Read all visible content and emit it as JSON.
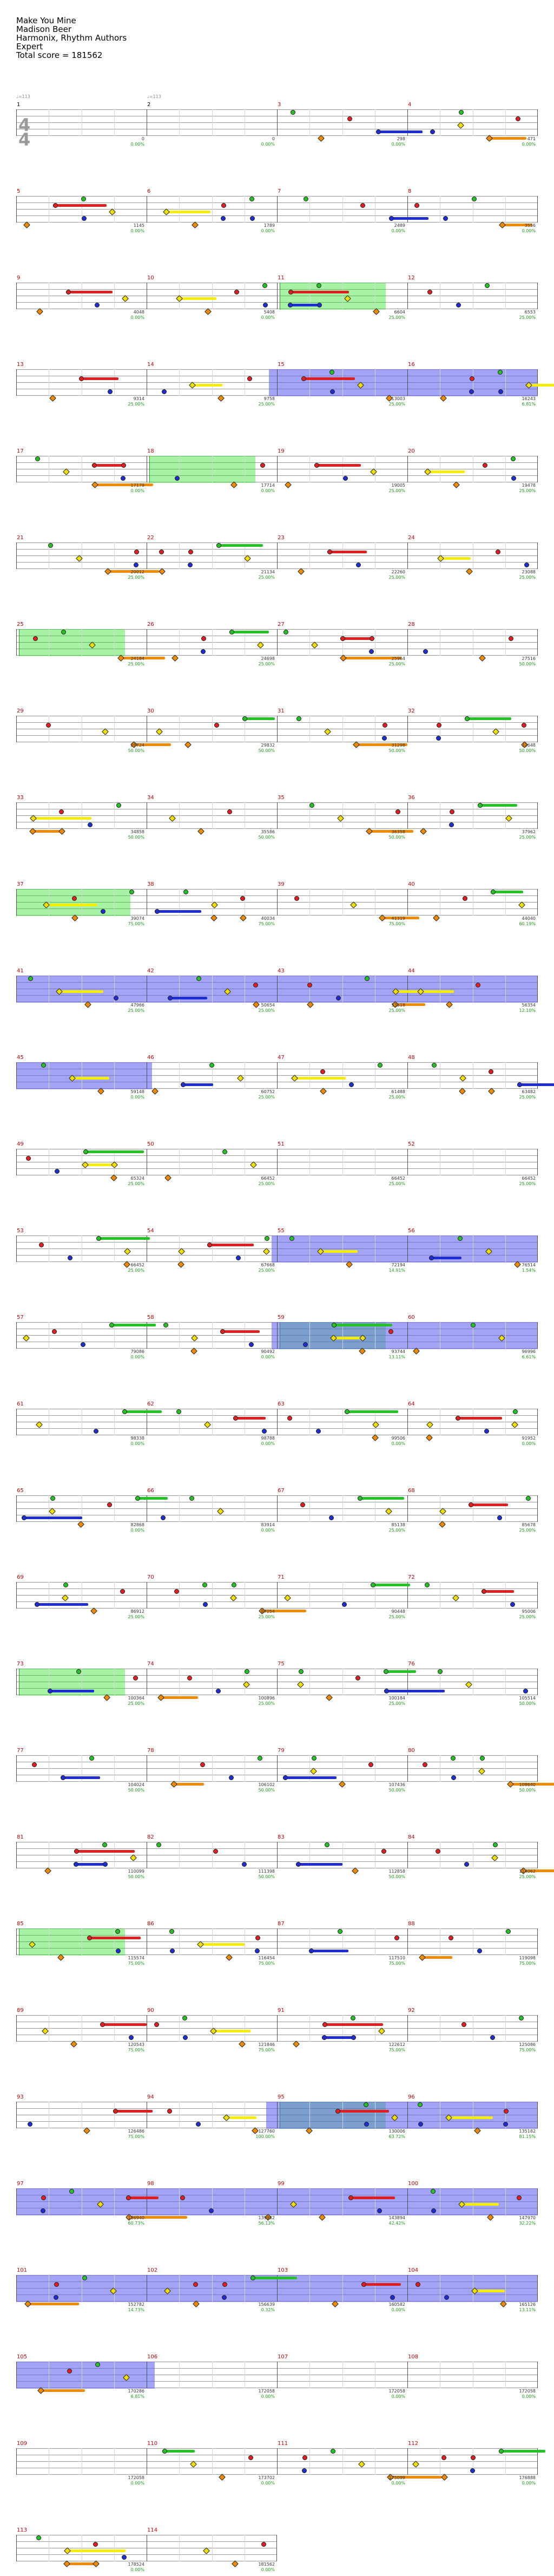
{
  "header": {
    "song": "Make You Mine",
    "artist": "Madison Beer",
    "charter": "Harmonix, Rhythm Authors",
    "difficulty": "Expert",
    "total_label": "Total score = 181562"
  },
  "tempo_marks": [
    "♩=113",
    "♩=113"
  ],
  "time_signature": {
    "top": "4",
    "bottom": "4"
  },
  "rows": [
    {
      "measures": [
        "1",
        "2",
        "3",
        "4"
      ],
      "scores": [
        "0",
        "0",
        "298",
        "471"
      ],
      "pcts": [
        "0.00%",
        "0.00%",
        "0.00%",
        "0.00%"
      ]
    },
    {
      "measures": [
        "5",
        "6",
        "7",
        "8"
      ],
      "scores": [
        "1145",
        "1789",
        "2489",
        "3556"
      ],
      "pcts": [
        "0.00%",
        "0.00%",
        "0.00%",
        "0.00%"
      ]
    },
    {
      "measures": [
        "9",
        "10",
        "11",
        "12"
      ],
      "scores": [
        "4048",
        "5408",
        "6604",
        "6553"
      ],
      "pcts": [
        "0.00%",
        "0.00%",
        "25.00%",
        "25.00%"
      ]
    },
    {
      "measures": [
        "13",
        "14",
        "15",
        "16"
      ],
      "scores": [
        "9314",
        "9758",
        "13003",
        "16243"
      ],
      "pcts": [
        "25.00%",
        "25.00%",
        "25.00%",
        "6.81%"
      ]
    },
    {
      "measures": [
        "17",
        "18",
        "19",
        "20"
      ],
      "scores": [
        "17179",
        "17714",
        "19005",
        "19478"
      ],
      "pcts": [
        "0.00%",
        "0.00%",
        "25.00%",
        "25.00%"
      ]
    },
    {
      "measures": [
        "21",
        "22",
        "23",
        "24"
      ],
      "scores": [
        "20012",
        "21134",
        "22260",
        "23088"
      ],
      "pcts": [
        "25.00%",
        "25.00%",
        "25.00%",
        "25.00%"
      ]
    },
    {
      "measures": [
        "25",
        "26",
        "27",
        "28"
      ],
      "scores": [
        "24184",
        "24698",
        "25964",
        "27516"
      ],
      "pcts": [
        "25.00%",
        "25.00%",
        "25.00%",
        "50.00%"
      ]
    },
    {
      "measures": [
        "29",
        "30",
        "31",
        "32"
      ],
      "scores": [
        "28724",
        "29832",
        "31298",
        "32648"
      ],
      "pcts": [
        "50.00%",
        "50.00%",
        "50.00%",
        "50.00%"
      ]
    },
    {
      "measures": [
        "33",
        "34",
        "35",
        "36"
      ],
      "scores": [
        "34858",
        "35586",
        "36358",
        "37962"
      ],
      "pcts": [
        "50.00%",
        "50.00%",
        "50.00%",
        "25.00%"
      ]
    },
    {
      "measures": [
        "37",
        "38",
        "39",
        "40"
      ],
      "scores": [
        "39074",
        "40034",
        "41319",
        "44040"
      ],
      "pcts": [
        "75.00%",
        "75.00%",
        "75.00%",
        "60.19%"
      ]
    },
    {
      "measures": [
        "41",
        "42",
        "43",
        "44"
      ],
      "scores": [
        "47966",
        "50654",
        "53518",
        "56354"
      ],
      "pcts": [
        "25.00%",
        "25.00%",
        "25.00%",
        "12.10%"
      ]
    },
    {
      "measures": [
        "45",
        "46",
        "47",
        "48"
      ],
      "scores": [
        "59148",
        "60752",
        "61488",
        "63482"
      ],
      "pcts": [
        "0.00%",
        "25.00%",
        "25.00%",
        "25.00%"
      ]
    },
    {
      "measures": [
        "49",
        "50",
        "51",
        "52"
      ],
      "scores": [
        "65324",
        "66452",
        "66452",
        "66452"
      ],
      "pcts": [
        "25.00%",
        "25.00%",
        "25.00%",
        "25.00%"
      ]
    },
    {
      "measures": [
        "53",
        "54",
        "55",
        "56"
      ],
      "scores": [
        "66452",
        "67668",
        "72194",
        "76514"
      ],
      "pcts": [
        "25.00%",
        "25.00%",
        "14.91%",
        "1.54%"
      ]
    },
    {
      "measures": [
        "57",
        "58",
        "59",
        "60"
      ],
      "scores": [
        "79086",
        "90492",
        "93744",
        "96996"
      ],
      "pcts": [
        "0.00%",
        "0.00%",
        "13.11%",
        "6.61%"
      ]
    },
    {
      "measures": [
        "61",
        "62",
        "63",
        "64"
      ],
      "scores": [
        "98338",
        "98788",
        "99506",
        "91952"
      ],
      "pcts": [
        "0.00%",
        "0.00%",
        "0.00%",
        "0.00%"
      ]
    },
    {
      "measures": [
        "65",
        "66",
        "67",
        "68"
      ],
      "scores": [
        "82868",
        "83914",
        "85138",
        "85678"
      ],
      "pcts": [
        "0.00%",
        "0.00%",
        "25.00%",
        "25.00%"
      ]
    },
    {
      "measures": [
        "69",
        "70",
        "71",
        "72"
      ],
      "scores": [
        "86912",
        "87054",
        "90448",
        "95006"
      ],
      "pcts": [
        "25.00%",
        "25.00%",
        "25.00%",
        "25.00%"
      ]
    },
    {
      "measures": [
        "73",
        "74",
        "75",
        "76"
      ],
      "scores": [
        "100364",
        "100896",
        "100184",
        "105514"
      ],
      "pcts": [
        "25.00%",
        "25.00%",
        "25.00%",
        "50.00%"
      ]
    },
    {
      "measures": [
        "77",
        "78",
        "79",
        "80"
      ],
      "scores": [
        "104024",
        "106102",
        "107436",
        "108640"
      ],
      "pcts": [
        "50.00%",
        "50.00%",
        "50.00%",
        "50.00%"
      ]
    },
    {
      "measures": [
        "81",
        "82",
        "83",
        "84"
      ],
      "scores": [
        "110099",
        "111398",
        "112858",
        "114062"
      ],
      "pcts": [
        "50.00%",
        "50.00%",
        "50.00%",
        "25.00%"
      ]
    },
    {
      "measures": [
        "85",
        "86",
        "87",
        "88"
      ],
      "scores": [
        "115574",
        "116454",
        "117510",
        "119098"
      ],
      "pcts": [
        "75.00%",
        "75.00%",
        "75.00%",
        "75.00%"
      ]
    },
    {
      "measures": [
        "89",
        "90",
        "91",
        "92"
      ],
      "scores": [
        "120543",
        "121846",
        "122612",
        "125086"
      ],
      "pcts": [
        "75.00%",
        "75.00%",
        "75.00%",
        "75.00%"
      ]
    },
    {
      "measures": [
        "93",
        "94",
        "95",
        "96"
      ],
      "scores": [
        "126486",
        "127760",
        "130006",
        "135182"
      ],
      "pcts": [
        "75.00%",
        "100.00%",
        "63.72%",
        "81.15%"
      ]
    },
    {
      "measures": [
        "97",
        "98",
        "99",
        "100"
      ],
      "scores": [
        "136940",
        "139982",
        "143894",
        "147970"
      ],
      "pcts": [
        "60.73%",
        "56.13%",
        "42.42%",
        "32.22%"
      ]
    },
    {
      "measures": [
        "101",
        "102",
        "103",
        "104"
      ],
      "scores": [
        "152782",
        "156639",
        "160582",
        "165126"
      ],
      "pcts": [
        "14.73%",
        "0.32%",
        "0.00%",
        "13.11%"
      ]
    },
    {
      "measures": [
        "105",
        "106",
        "107",
        "108"
      ],
      "scores": [
        "170286",
        "172058",
        "172058",
        "172058"
      ],
      "pcts": [
        "6.81%",
        "0.00%",
        "0.00%",
        "0.00%"
      ]
    },
    {
      "measures": [
        "109",
        "110",
        "111",
        "112"
      ],
      "scores": [
        "172058",
        "173702",
        "175099",
        "176888"
      ],
      "pcts": [
        "0.00%",
        "0.00%",
        "0.00%",
        "0.00%"
      ]
    },
    {
      "measures": [
        "113",
        "114"
      ],
      "scores": [
        "178524",
        "181562"
      ],
      "pcts": [
        "0.00%",
        "0.00%"
      ]
    }
  ]
}
